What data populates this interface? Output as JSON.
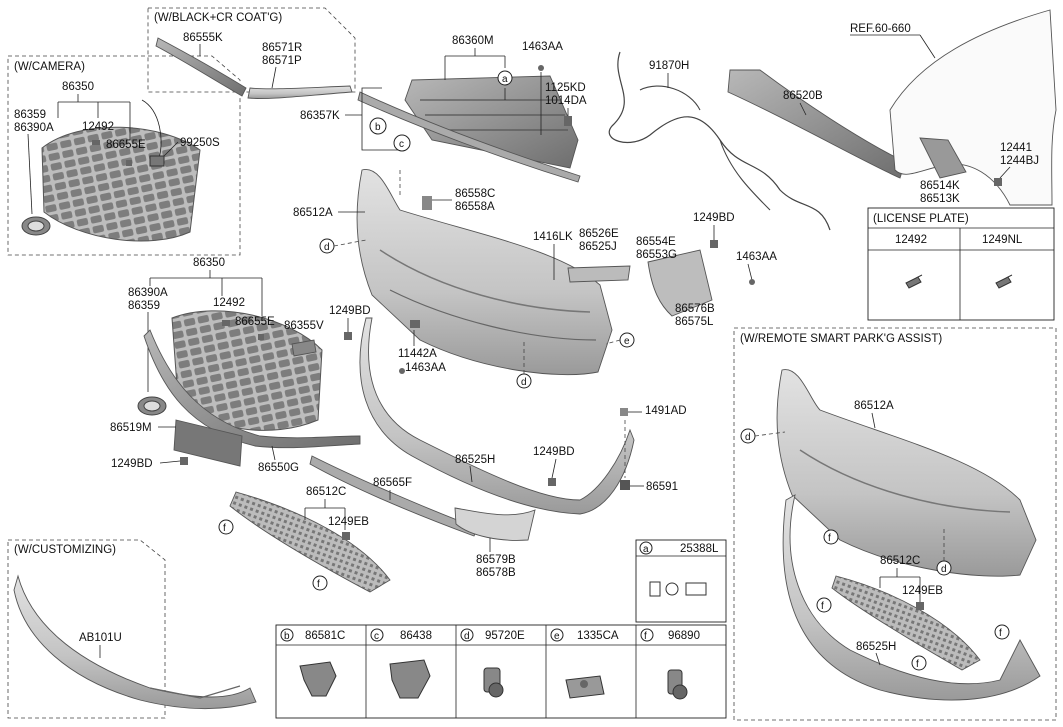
{
  "groups": {
    "black_cr": "(W/BLACK+CR COAT'G)",
    "camera": "(W/CAMERA)",
    "customizing": "(W/CUSTOMIZING)",
    "remote": "(W/REMOTE SMART PARK'G ASSIST)",
    "license": "(LICENSE PLATE)"
  },
  "ref_label": "REF.60-660",
  "labels": {
    "p86555K": "86555K",
    "p86571R": "86571R",
    "p86571P": "86571P",
    "p86360M": "86360M",
    "p1463AA_top": "1463AA",
    "p1125KD": "1125KD",
    "p1014DA": "1014DA",
    "p91870H": "91870H",
    "p86520B": "86520B",
    "p12441": "12441",
    "p1244BJ": "1244BJ",
    "p86514K": "86514K",
    "p86513K": "86513K",
    "p86350_cam": "86350",
    "p86359_cam": "86359",
    "p86390A_cam": "86390A",
    "p12492_cam": "12492",
    "p86655E_cam": "86655E",
    "p99250S": "99250S",
    "p86357K": "86357K",
    "p86558C": "86558C",
    "p86558A": "86558A",
    "p86512A": "86512A",
    "p1416LK": "1416LK",
    "p86526E": "86526E",
    "p86525J": "86525J",
    "p1249BD_r": "1249BD",
    "p86554E": "86554E",
    "p86553G": "86553G",
    "p1463AA_r": "1463AA",
    "p86576B": "86576B",
    "p86575L": "86575L",
    "p86350": "86350",
    "p86390A": "86390A",
    "p86359": "86359",
    "p12492": "12492",
    "p86655E": "86655E",
    "p86355V": "86355V",
    "p1249BD_m": "1249BD",
    "p11442A": "11442A",
    "p1463AA_m": "1463AA",
    "p1491AD": "1491AD",
    "p86519M": "86519M",
    "p1249BD_l": "1249BD",
    "p86550G": "86550G",
    "p86525H": "86525H",
    "p1249BD_b": "1249BD",
    "p86565F": "86565F",
    "p86512C": "86512C",
    "p86591": "86591",
    "p1249EB": "1249EB",
    "p86579B": "86579B",
    "p86578B": "86578B",
    "pAB101U": "AB101U",
    "p86512A_rs": "86512A",
    "p86512C_rs": "86512C",
    "p1249EB_rs": "1249EB",
    "p86525H_rs": "86525H"
  },
  "license_plate": {
    "col1": "12492",
    "col2": "1249NL"
  },
  "legend": {
    "a": {
      "letter": "a",
      "code": "25388L"
    },
    "b": {
      "letter": "b",
      "code": "86581C"
    },
    "c": {
      "letter": "c",
      "code": "86438"
    },
    "d": {
      "letter": "d",
      "code": "95720E"
    },
    "e": {
      "letter": "e",
      "code": "1335CA"
    },
    "f": {
      "letter": "f",
      "code": "96890"
    }
  },
  "callouts": {
    "a": "a",
    "b": "b",
    "c": "c",
    "d": "d",
    "e": "e",
    "f": "f"
  },
  "colors": {
    "bumper": "#c9c9c9",
    "bumper_dark": "#8f8f8f",
    "line": "#222222"
  }
}
